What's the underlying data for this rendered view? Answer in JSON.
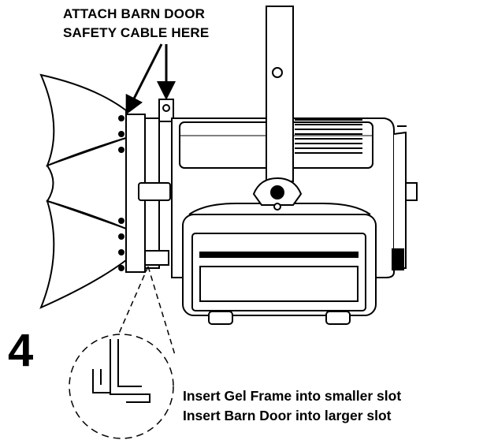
{
  "callout": {
    "line1": "ATTACH BARN DOOR",
    "line2": "SAFETY CABLE HERE"
  },
  "step_number": "4",
  "instructions": {
    "line1": "Insert Gel Frame into smaller slot",
    "line2": "Insert Barn Door into larger slot"
  },
  "colors": {
    "line": "#000000",
    "fill": "#ffffff",
    "fill_dark": "#1a1a1a"
  },
  "icons": [
    "arrow-down-icon",
    "zoom-detail-circle"
  ]
}
